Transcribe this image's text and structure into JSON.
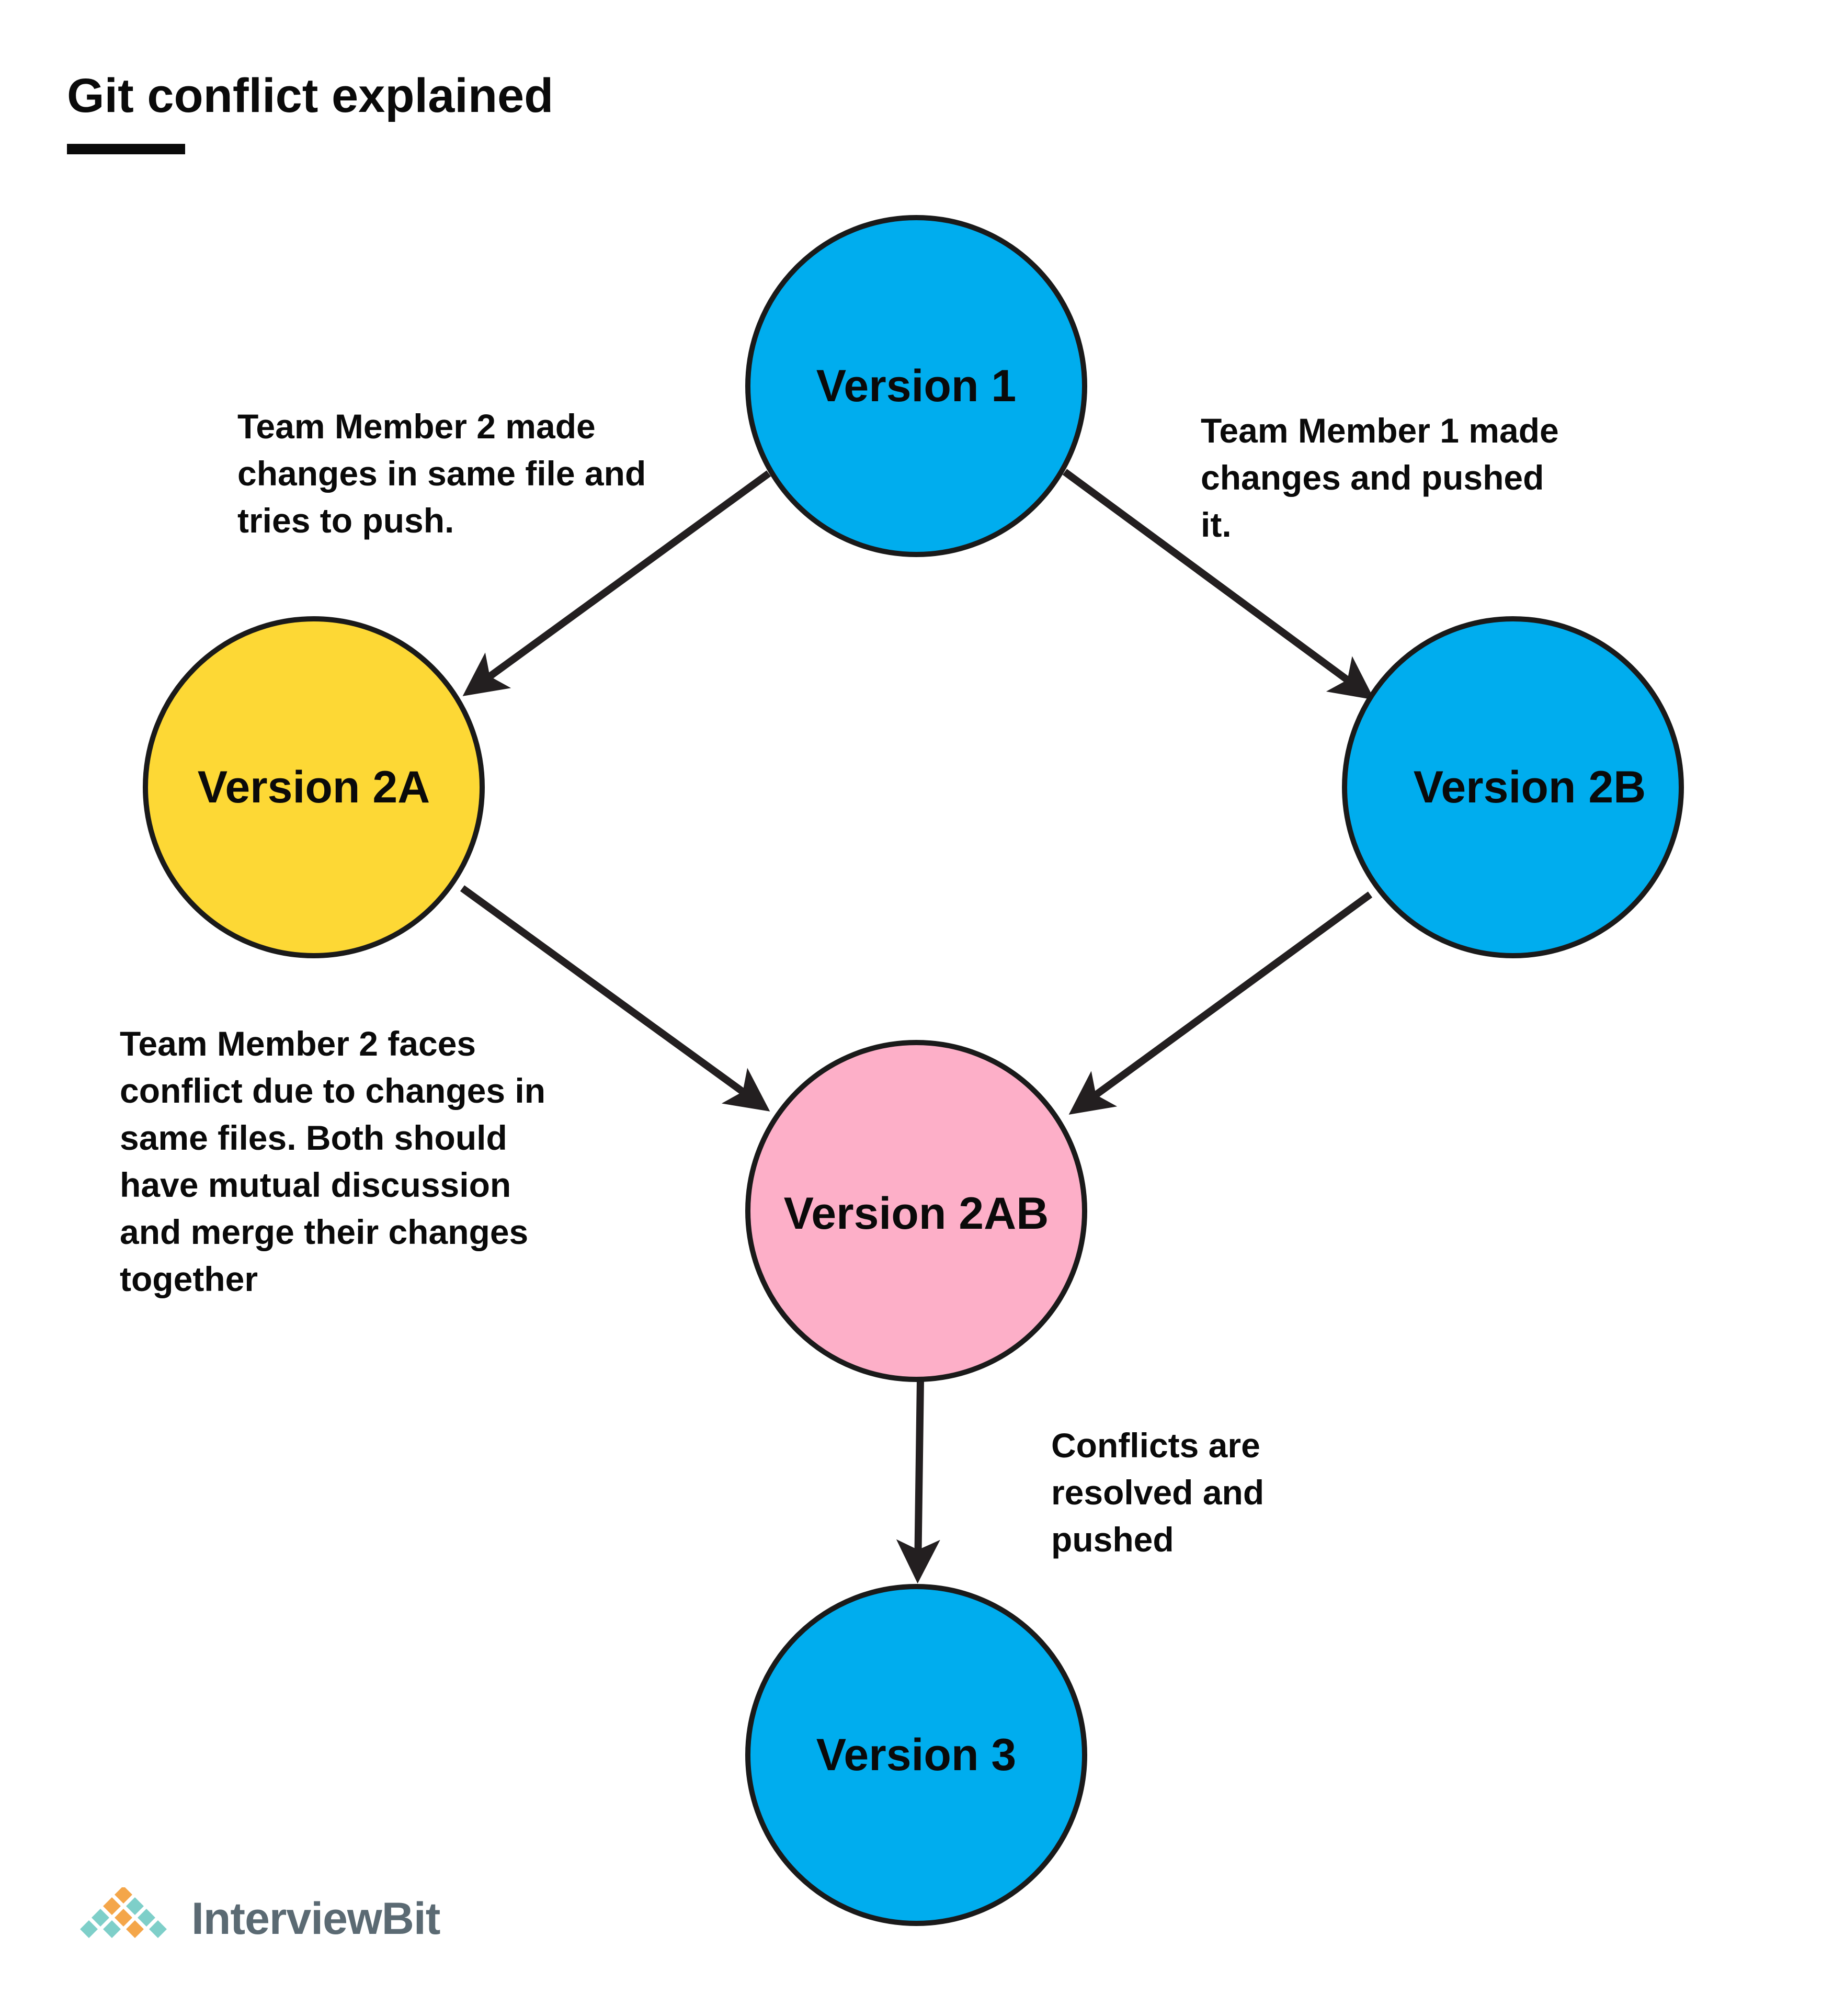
{
  "title": "Git conflict explained",
  "nodes": [
    {
      "id": "v1",
      "label": "Version 1",
      "color": "#00adee"
    },
    {
      "id": "v2a",
      "label": "Version 2A",
      "color": "#fdd835"
    },
    {
      "id": "v2b",
      "label": "Version 2B",
      "color": "#00adee"
    },
    {
      "id": "v2ab",
      "label": "Version 2AB",
      "color": "#fdafc8"
    },
    {
      "id": "v3",
      "label": "Version 3",
      "color": "#00adee"
    }
  ],
  "edges": [
    {
      "from": "v1",
      "to": "v2a"
    },
    {
      "from": "v1",
      "to": "v2b"
    },
    {
      "from": "v2a",
      "to": "v2ab"
    },
    {
      "from": "v2b",
      "to": "v2ab"
    },
    {
      "from": "v2ab",
      "to": "v3"
    }
  ],
  "notes": {
    "member2_push": "Team Member 2 made\nchanges in same file and\ntries to push.",
    "member1_push": "Team Member 1 made\nchanges and pushed\nit.",
    "conflict": "Team Member 2 faces\nconflict due to changes in\nsame files. Both should\nhave mutual discussion\nand merge their changes\ntogether",
    "resolved": "Conflicts are\nresolved and\npushed"
  },
  "logo": {
    "text": "InterviewBit",
    "icon": "interviewbit-diamond-grid-icon"
  },
  "colors": {
    "stroke": "#1a1a1a",
    "arrow": "#231f20",
    "logo_orange": "#f4a64a",
    "logo_teal": "#7ecfc9"
  }
}
